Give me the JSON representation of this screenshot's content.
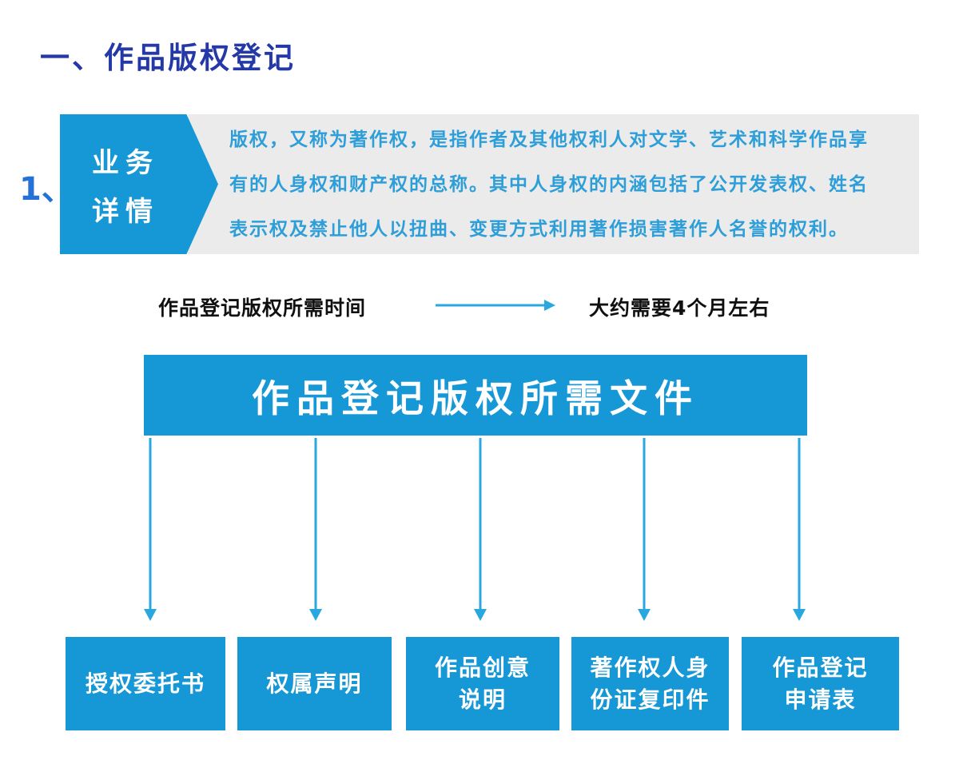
{
  "colors": {
    "title_blue": "#2438a8",
    "number_blue": "#2472d8",
    "accent_blue": "#1697d6",
    "text_blue": "#2e9ed9",
    "arrow_blue": "#29a8e0",
    "box_gray": "#ebebeb"
  },
  "header": {
    "title": "一、作品版权登记",
    "item_number": "1、"
  },
  "business": {
    "badge": [
      "业务",
      "详情"
    ],
    "description": [
      "版权，又称为著作权，是指作者及其他权利人对文学、艺术和科学作品享",
      "有的人身权和财产权的总称。其中人身权的内涵包括了公开发表权、姓名",
      "表示权及禁止他人以扭曲、变更方式利用著作损害著作人名誉的权利。"
    ]
  },
  "timeline": {
    "label": "作品登记版权所需时间",
    "result": "大约需要4个月左右"
  },
  "documents": {
    "banner": "作品登记版权所需文件",
    "items": [
      {
        "lines": [
          "授权委托书",
          ""
        ]
      },
      {
        "lines": [
          "权属声明",
          ""
        ]
      },
      {
        "lines": [
          "作品创意",
          "说明"
        ]
      },
      {
        "lines": [
          "著作权人身",
          "份证复印件"
        ]
      },
      {
        "lines": [
          "作品登记",
          "申请表"
        ]
      }
    ]
  }
}
